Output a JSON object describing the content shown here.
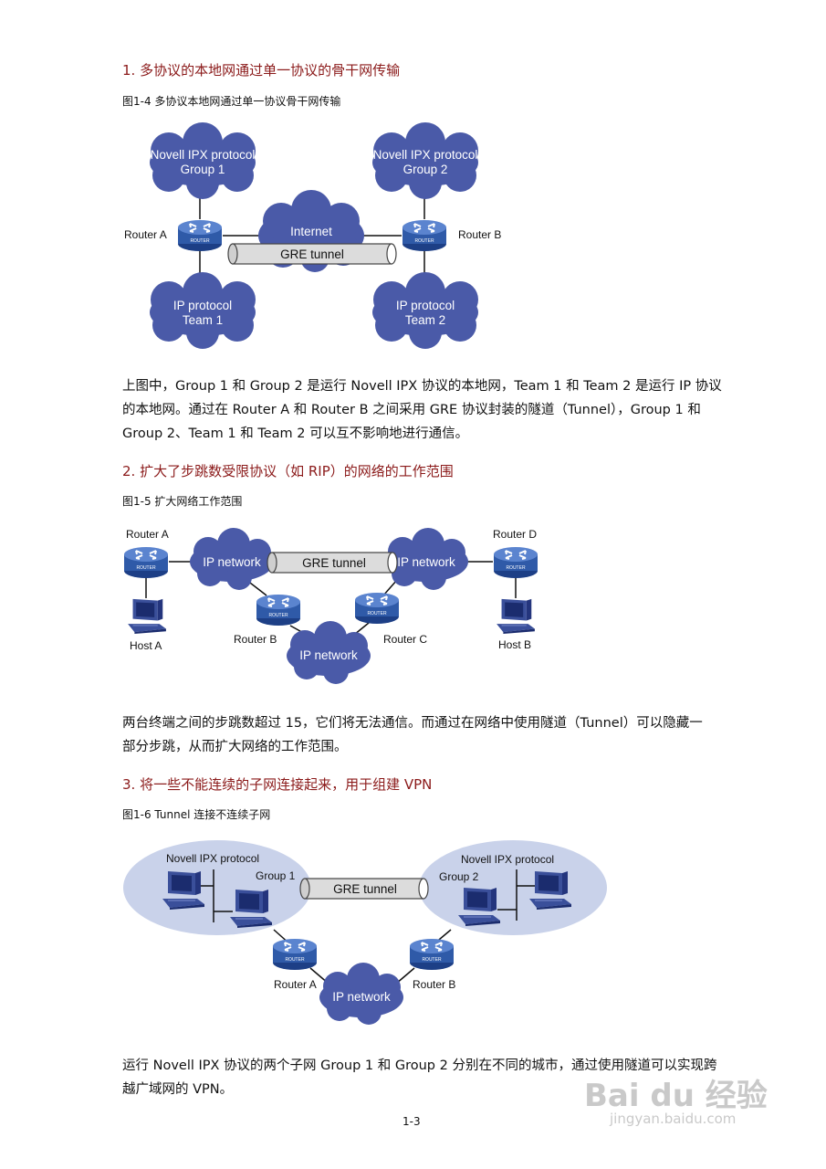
{
  "sections": [
    {
      "heading": "1. 多协议的本地网通过单一协议的骨干网传输",
      "caption": "图1-4 多协议本地网通过单一协议骨干网传输",
      "paragraph_lines": [
        "上图中，Group 1 和 Group 2 是运行 Novell IPX 协议的本地网，Team 1 和 Team 2 是运行 IP 协议",
        "的本地网。通过在 Router A 和 Router B 之间采用 GRE 协议封装的隧道（Tunnel），Group 1 和",
        "Group 2、Team 1 和 Team 2 可以互不影响地进行通信。"
      ]
    },
    {
      "heading": "2. 扩大了步跳数受限协议（如 RIP）的网络的工作范围",
      "caption": "图1-5 扩大网络工作范围",
      "paragraph_lines": [
        "两台终端之间的步跳数超过 15，它们将无法通信。而通过在网络中使用隧道（Tunnel）可以隐藏一",
        "部分步跳，从而扩大网络的工作范围。"
      ]
    },
    {
      "heading": "3. 将一些不能连续的子网连接起来，用于组建 VPN",
      "caption": "图1-6 Tunnel 连接不连续子网",
      "paragraph_lines": [
        "运行 Novell IPX 协议的两个子网 Group 1 和 Group 2 分别在不同的城市，通过使用隧道可以实现跨",
        "越广域网的 VPN。"
      ]
    }
  ],
  "fig1": {
    "cloud_g1_l1": "Novell IPX protocol",
    "cloud_g1_l2": "Group 1",
    "cloud_g2_l1": "Novell IPX protocol",
    "cloud_g2_l2": "Group 2",
    "cloud_internet": "Internet",
    "tunnel": "GRE tunnel",
    "router_a": "Router A",
    "router_b": "Router B",
    "cloud_t1_l1": "IP protocol",
    "cloud_t1_l2": "Team 1",
    "cloud_t2_l1": "IP protocol",
    "cloud_t2_l2": "Team 2"
  },
  "fig2": {
    "router_a": "Router A",
    "router_b": "Router B",
    "router_c": "Router C",
    "router_d": "Router D",
    "host_a": "Host A",
    "host_b": "Host B",
    "cloud_left": "IP network",
    "cloud_right": "IP network",
    "cloud_bottom": "IP network",
    "tunnel": "GRE tunnel"
  },
  "fig3": {
    "ipx_left": "Novell IPX protocol",
    "ipx_right": "Novell IPX protocol",
    "group1": "Group 1",
    "group2": "Group 2",
    "tunnel": "GRE tunnel",
    "router_a": "Router A",
    "router_b": "Router B",
    "cloud": "IP network"
  },
  "router_badge": "ROUTER",
  "page_number": "1-3",
  "watermark": {
    "brand": "Bai du 经验",
    "url": "jingyan.baidu.com"
  },
  "colors": {
    "heading": "#8b1a1a",
    "cloud": "#4a5aa8",
    "router": "#2f5aa8",
    "ellipse": "#c9d2ea"
  }
}
